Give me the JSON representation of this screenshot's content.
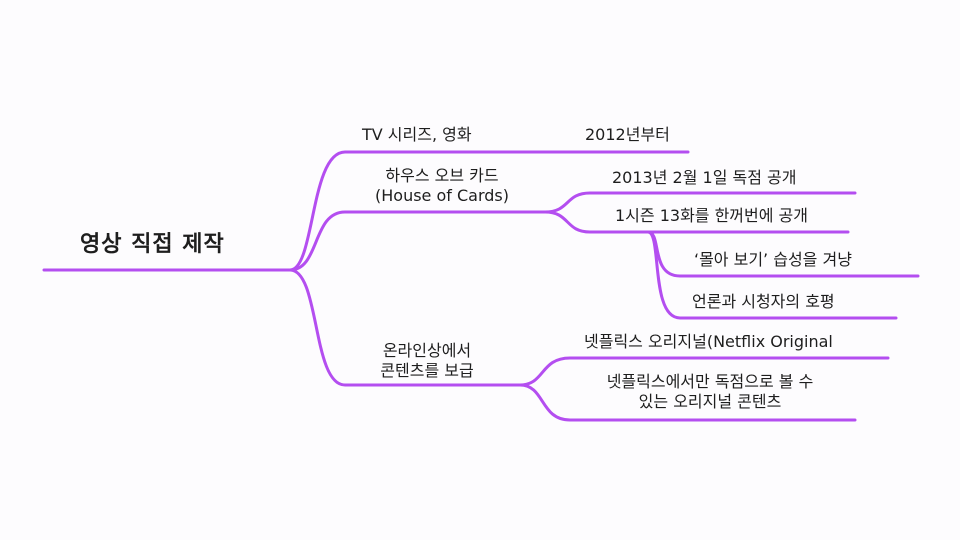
{
  "root": {
    "label": "영상 직접 제작"
  },
  "branches": [
    {
      "label": "TV 시리즈, 영화",
      "children": [
        {
          "label": "2012년부터"
        }
      ]
    },
    {
      "label_lines": [
        "하우스 오브 카드",
        "(House of Cards)"
      ],
      "children": [
        {
          "label": "2013년 2월 1일 독점 공개"
        },
        {
          "label": "1시즌 13화를 한꺼번에 공개",
          "children": [
            {
              "label": "‘몰아 보기’ 습성을 겨냥"
            },
            {
              "label": "언론과 시청자의 호평"
            }
          ]
        }
      ]
    },
    {
      "label_lines": [
        "온라인상에서",
        "콘텐츠를 보급"
      ],
      "children": [
        {
          "label": "넷플릭스 오리지널(Netflix Original"
        },
        {
          "label_lines": [
            "넷플릭스에서만 독점으로 볼 수",
            "있는 오리지널 콘텐츠"
          ]
        }
      ]
    }
  ],
  "colors": {
    "connector": "#b44ef0",
    "text": "#1e1e1e",
    "background": "#fdfcfe"
  }
}
